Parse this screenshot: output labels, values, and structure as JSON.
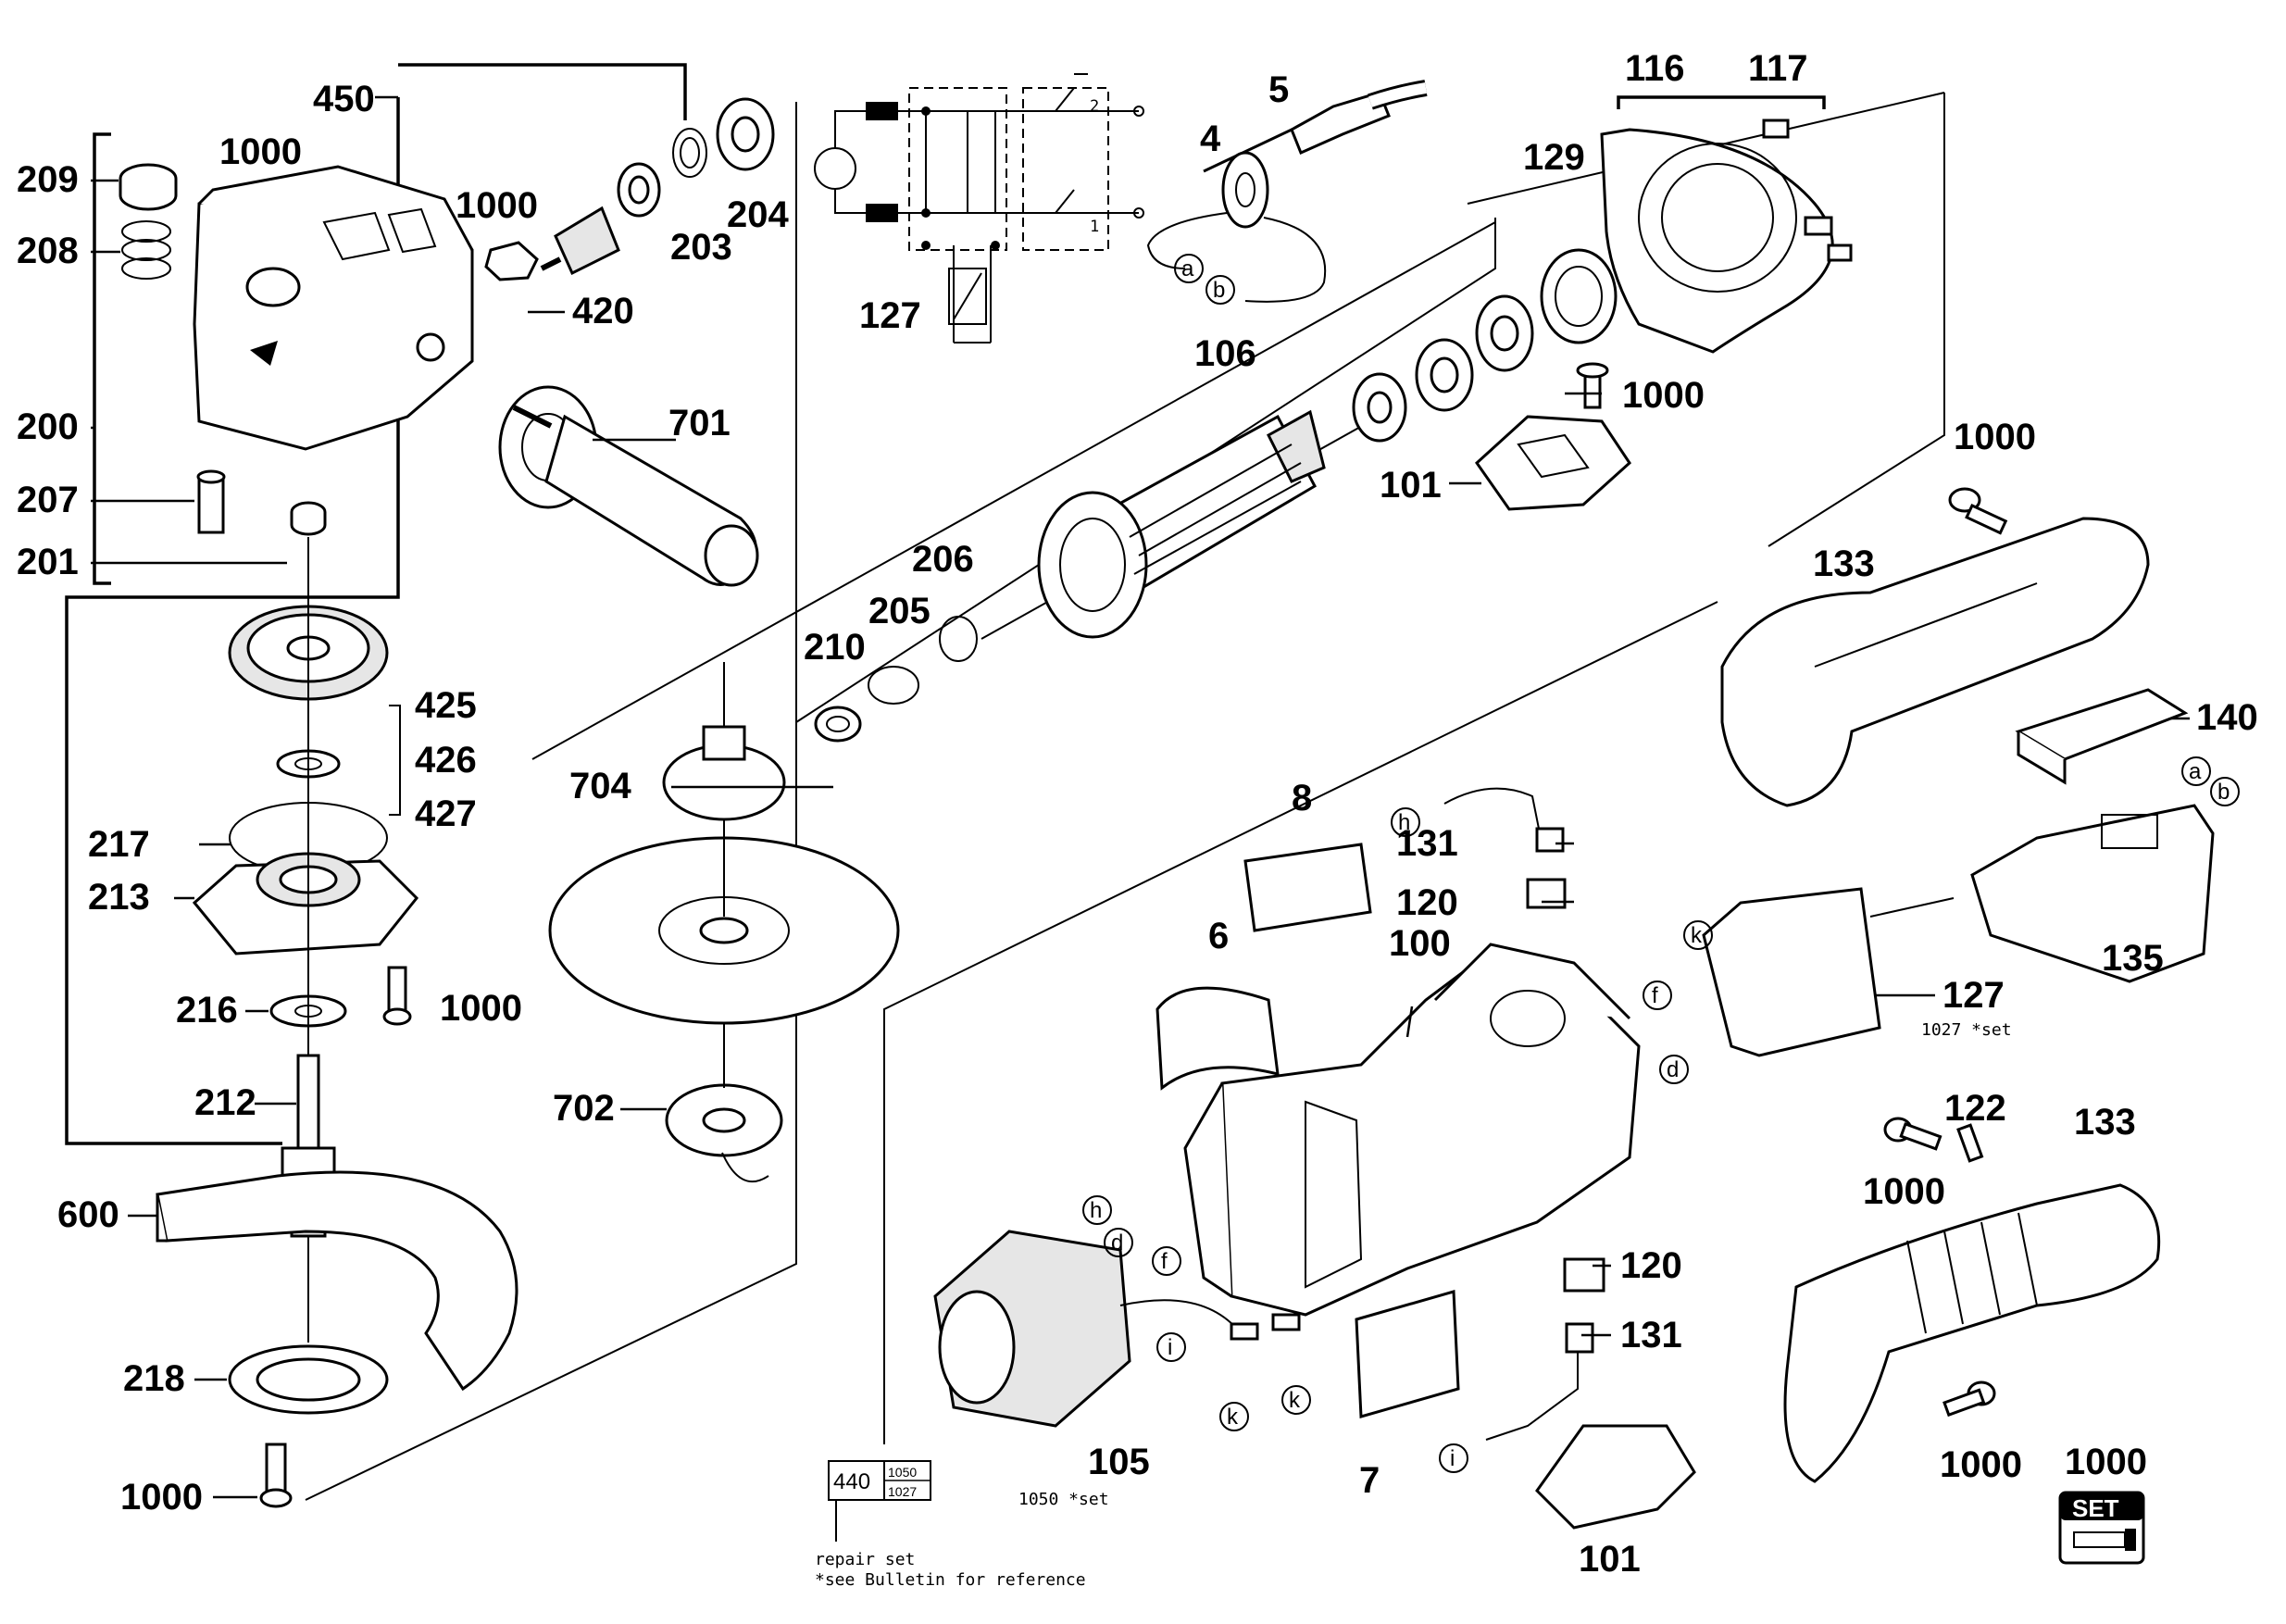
{
  "labels": {
    "p450": "450",
    "p209": "209",
    "p208": "208",
    "p200": "200",
    "p207": "207",
    "p201": "201",
    "p1000a": "1000",
    "p1000b": "1000",
    "p203": "203",
    "p204": "204",
    "p420": "420",
    "p701": "701",
    "p425": "425",
    "p426": "426",
    "p427": "427",
    "p217": "217",
    "p213": "213",
    "p1000c": "1000",
    "p216": "216",
    "p212": "212",
    "p600": "600",
    "p218": "218",
    "p1000d": "1000",
    "p127a": "127",
    "p5": "5",
    "p4": "4",
    "p106": "106",
    "p116": "116",
    "p117": "117",
    "p129": "129",
    "p1000e": "1000",
    "p101a": "101",
    "p206": "206",
    "p205": "205",
    "p210": "210",
    "p704": "704",
    "p702": "702",
    "p1000f": "1000",
    "p133a": "133",
    "p140": "140",
    "p135": "135",
    "p8": "8",
    "p131a": "131",
    "p120a": "120",
    "p127b": "127",
    "p6": "6",
    "p100": "100",
    "p105": "105",
    "p7": "7",
    "p120b": "120",
    "p131b": "131",
    "p101b": "101",
    "p122": "122",
    "p133b": "133",
    "p1000g": "1000",
    "p1000h": "1000",
    "p1000set": "1000"
  },
  "connectors": {
    "a1": "a",
    "b1": "b",
    "a2": "a",
    "b2": "b",
    "h1": "h",
    "k1": "k",
    "f1": "f",
    "d1": "d",
    "h2": "h",
    "d2": "d",
    "f2": "f",
    "i1": "i",
    "k2": "k",
    "k3": "k",
    "i2": "i"
  },
  "schematic": {
    "switch_pos_2": "2",
    "switch_pos_1": "1"
  },
  "notes": {
    "set_1027": "1027 *set",
    "set_1050": "1050 *set",
    "repair_box_number": "440",
    "repair_box_top": "1050",
    "repair_box_bottom": "1027",
    "repair_set": "repair set",
    "bulletin": "*see Bulletin for reference",
    "set_badge": "SET"
  },
  "colors": {
    "ink": "#000000",
    "paper": "#ffffff",
    "shade": "#e6e6e6"
  }
}
